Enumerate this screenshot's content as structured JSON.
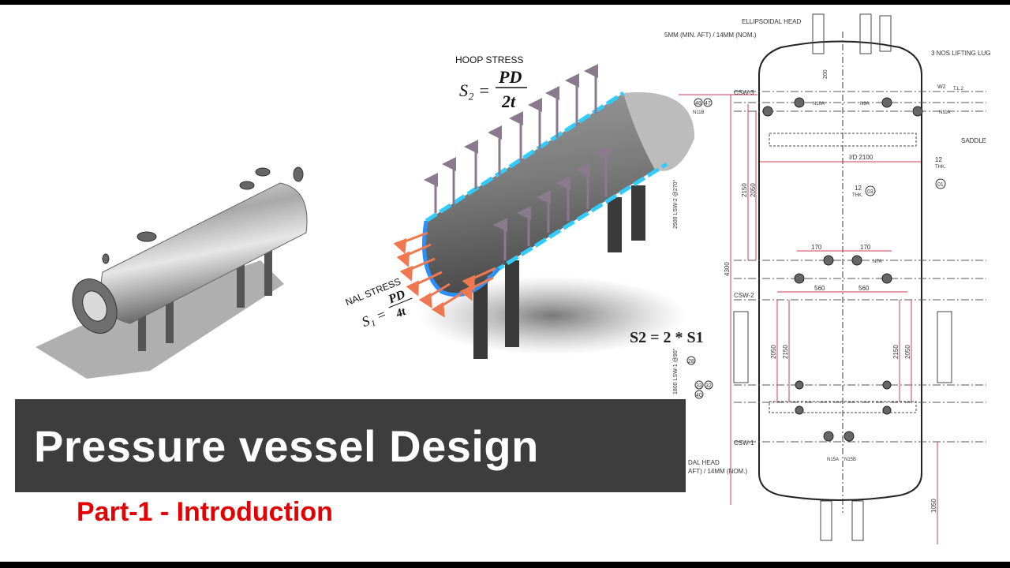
{
  "title": "Pressure vessel Design",
  "subtitle": "Part-1 - Introduction",
  "colors": {
    "banner": "#3d3d3d",
    "title": "#ffffff",
    "subtitle": "#e40000",
    "hoop_arrows": "#8a7a8e",
    "long_arrows": "#f07850",
    "cut_edge": "#33ccff",
    "dimension_lines": "#d23c50"
  },
  "stress_diagram": {
    "hoop_label": "HOOP STRESS",
    "hoop_formula": {
      "lhs": "S₂ =",
      "num": "PD",
      "den": "2t"
    },
    "long_label": "NAL STRESS",
    "long_formula": {
      "lhs": "S₁ =",
      "num": "PD",
      "den": "4t"
    },
    "relation": "S2 = 2 * S1"
  },
  "drawing": {
    "head_note_1": "ELLIPSOIDAL HEAD",
    "head_note_2": "5MM (MIN. AFT) / 14MM (NOM.)",
    "bottom_head_1": "DAL HEAD",
    "bottom_head_2": "AFT) / 14MM (NOM.)",
    "lifting_lug": "3 NOS LIFTING LUG",
    "saddle": "SADDLE",
    "csw3": "CSW-3",
    "csw2": "CSW-2",
    "csw1": "CSW-1",
    "id": "I/D 2100",
    "thk": "12",
    "thk_label": "THK.",
    "dims": {
      "d2150": "2150",
      "d2050": "2050",
      "d4300": "4300",
      "d170": "170",
      "d560": "560",
      "d1050": "1050",
      "d200": "200",
      "d2500": "2500 LSW-2 @270°",
      "d1800": "1800 LSW-1 @90°"
    },
    "tags": {
      "t48": "48",
      "t47": "47",
      "t01": "01",
      "t03": "03",
      "t28": "28",
      "t33": "33",
      "t32": "32",
      "t40": "40",
      "w2": "W2",
      "tl": "T.L.2"
    },
    "nozzles": [
      "N11B",
      "N10A",
      "N9A",
      "N11A",
      "N7A",
      "N15A",
      "N15B"
    ]
  }
}
